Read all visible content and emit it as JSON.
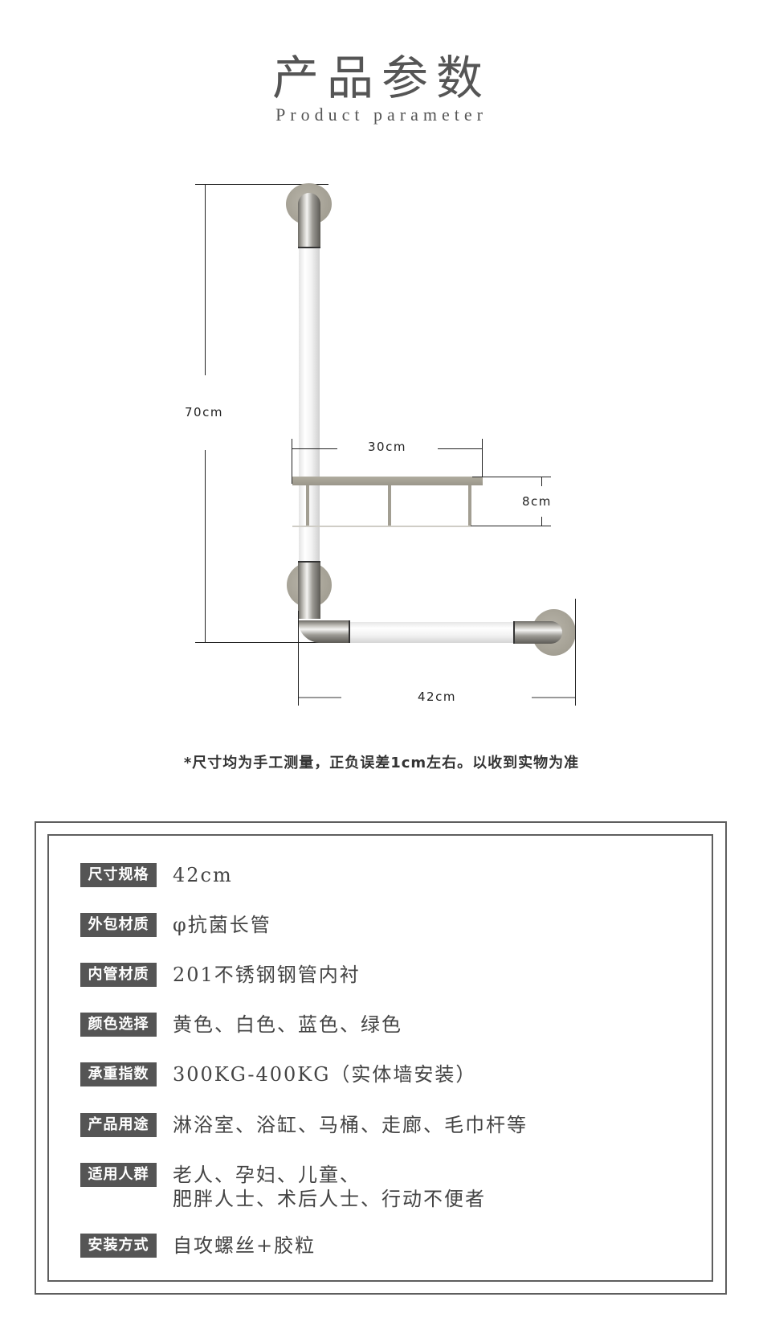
{
  "header": {
    "title_cn": "产品参数",
    "title_en": "Product parameter"
  },
  "diagram": {
    "dim_height": "70cm",
    "dim_shelf_width": "30cm",
    "dim_shelf_height": "8cm",
    "dim_width": "42cm",
    "colors": {
      "flange": "#a8a498",
      "tube_white": "#f5f5f5",
      "chrome": "#9c9a94",
      "dim_line": "#222222"
    }
  },
  "note": "*尺寸均为手工测量，正负误差1cm左右。以收到实物为准",
  "specs": {
    "label_bg": "#555555",
    "rows": [
      {
        "label": "尺寸规格",
        "value": "42cm"
      },
      {
        "label": "外包材质",
        "value": "φ抗菌长管"
      },
      {
        "label": "内管材质",
        "value": "201不锈钢钢管内衬"
      },
      {
        "label": "颜色选择",
        "value": "黄色、白色、蓝色、绿色"
      },
      {
        "label": "承重指数",
        "value": "300KG-400KG（实体墙安装）"
      },
      {
        "label": "产品用途",
        "value": "淋浴室、浴缸、马桶、走廊、毛巾杆等"
      },
      {
        "label": "适用人群",
        "value": "老人、孕妇、儿童、\n肥胖人士、术后人士、行动不便者"
      },
      {
        "label": "安装方式",
        "value": "自攻螺丝+胶粒"
      }
    ]
  }
}
